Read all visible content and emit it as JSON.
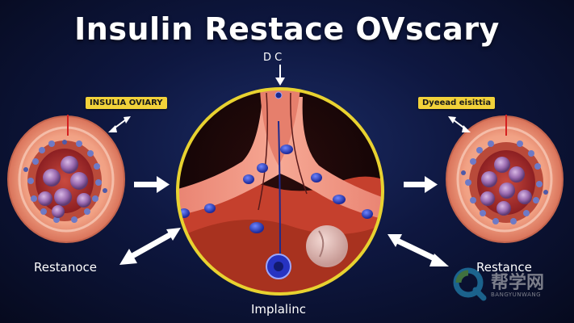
{
  "title": "Insulin Restace OVscary",
  "top_label": "D C",
  "left_tag": "INSULIA OVIARY",
  "right_tag": "Dyeead eisittia",
  "left_side_label": "Restanoce",
  "right_side_label": "Restance",
  "bottom_label": "Implalinc",
  "watermark": {
    "text": "帮学网",
    "sub": "BANGYUNWANG"
  },
  "colors": {
    "background": "#0e1740",
    "ring": "#e8d230",
    "tissue": "#f4a58d",
    "follicle": "#8a5c9a",
    "tag": "#f2d23a"
  }
}
